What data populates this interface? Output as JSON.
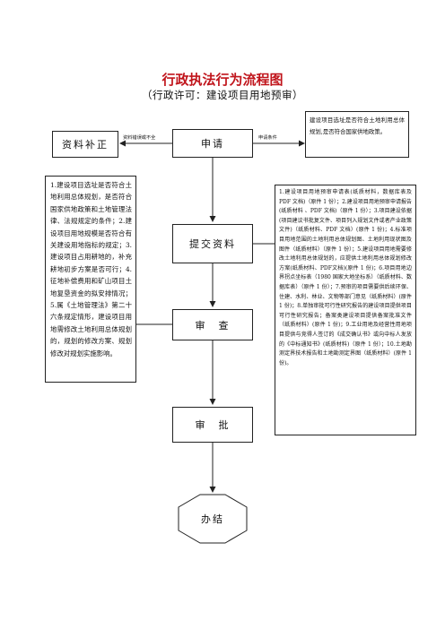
{
  "title": "行政执法行为流程图",
  "subtitle": "（行政许可：建设项目用地预审）",
  "nodes": {
    "supplement": "资料补正",
    "apply": "申请",
    "submit": "提交资料",
    "review": "审　查",
    "approve": "审　批",
    "done": "办结"
  },
  "edges": {
    "incomplete": "资料错误或不全",
    "conditions": "申请条件"
  },
  "notes": {
    "conditions": "建设项目选址是否符合土地利用总体规划,是否符合国家供地政策。",
    "review_criteria": "1.建设项目选址是否符合土地利用总体规划，是否符合国家供地政策和土地管理法律、法规规定的条件；2.建设项目用地规模是否符合有关建设用地指标的规定；3.建设项目占用耕地的，补充耕地初步方案是否可行；4.征地补偿费用和矿山项目土地复垦资金的拟安排情况；5.属《土地管理法》第二十六条规定情形，建设项目用地需修改土地利用总体规划的，规划的修改方案、规划修改对规划实施影响。",
    "materials": "1.建设项目用地预审申请表(纸质材料，数据库表及 PDF 文档)（原件 1 份）；2.建设项目用地预审申请报告(纸质材料 、PDF 文档)（原件 1 份）；3.项目建设依据(项目建议书批复文件、项目列入规划文件或者产业政策文件)（纸质材料、PDF 文档）(原件 1 份)；4.标准项目用地范围的土地利用总体规划图、土地利用现状图及图件（纸质材料）（原件 1 份）；5.建设项目用地需要修改土地利用总体规划的，应提供土地利用总体规划修改方案(纸质材料、PDF文档)(原件 1 份)；6.项目用地边界拐点坐标表（1980 国家大地坐标系）（纸质材料、数据库表）（原件 1 份）；7.预审的项目需要供后续环保、住建、水利、林业、文物等部门意见（纸质材料）(原件 1 份)；8.单独审批可行性研究报告的建设项目提供项目可行性研究报告；备案类建设项目提供备案批准文件（纸质材料）(原件 1 份)；9.工业用地及经营性用地项目提供与竞得人签订的《成交确认书》或向中标人发放的《中标通知书》(纸质材料)（原件 1 份）；10.土地勘测定界技术报告和土地勘测定界图（纸质材料）(原件 1 份)。"
  }
}
